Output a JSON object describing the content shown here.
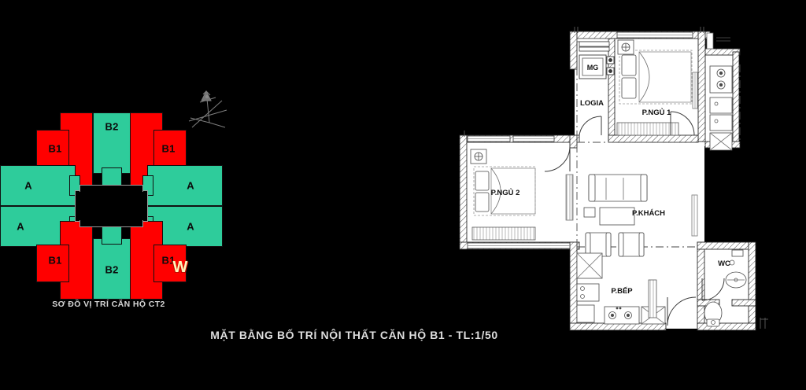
{
  "site_plan": {
    "caption": "SƠ ĐỒ VỊ TRÍ CĂN HỘ CT2",
    "legend_colors": {
      "highlight_red": "#ff0000",
      "other_green": "#2ecc9b",
      "core_void": "#000000"
    },
    "compass_icon": "north-arrow-icon",
    "watermark": "W",
    "blocks": [
      {
        "label": "B2",
        "type": "green",
        "position": "top-center"
      },
      {
        "label": "B1",
        "type": "red",
        "position": "top-left"
      },
      {
        "label": "B1",
        "type": "red",
        "position": "top-right"
      },
      {
        "label": "A",
        "type": "green",
        "position": "left-upper"
      },
      {
        "label": "A",
        "type": "green",
        "position": "left-lower"
      },
      {
        "label": "A",
        "type": "green",
        "position": "right-upper"
      },
      {
        "label": "A",
        "type": "green",
        "position": "right-lower"
      },
      {
        "label": "B1",
        "type": "red",
        "position": "bottom-left"
      },
      {
        "label": "B2",
        "type": "green",
        "position": "bottom-center"
      },
      {
        "label": "B1",
        "type": "red",
        "position": "bottom-right"
      }
    ]
  },
  "floor_plan": {
    "caption": "MẶT BẰNG BỐ TRÍ NỘI THẤT CĂN HỘ B1 - TL:1/50",
    "apartment_code": "B1",
    "scale": "TL:1/50",
    "rooms": [
      {
        "id": "bedroom1",
        "label": "P.NGỦ 1"
      },
      {
        "id": "bedroom2",
        "label": "P.NGỦ 2"
      },
      {
        "id": "living",
        "label": "P.KHÁCH"
      },
      {
        "id": "kitchen",
        "label": "P.BẾP"
      },
      {
        "id": "balcony",
        "label": "LOGIA"
      },
      {
        "id": "bathroom",
        "label": "WC"
      },
      {
        "id": "washer",
        "label": "MG"
      }
    ],
    "furniture_icons": [
      "bed-icon",
      "sofa-icon",
      "armchair-icon",
      "coffee-table-icon",
      "tv-cabinet-icon",
      "wardrobe-icon",
      "washing-machine-icon",
      "stove-icon",
      "sink-icon",
      "toilet-icon",
      "basin-icon",
      "ceiling-light-icon",
      "door-swing-icon",
      "window-icon"
    ]
  }
}
